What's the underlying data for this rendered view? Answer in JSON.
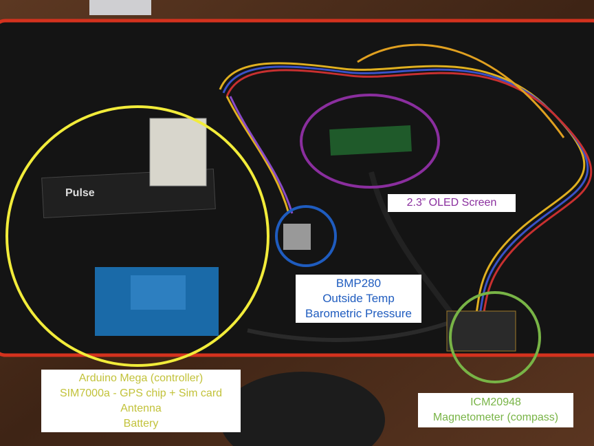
{
  "colors": {
    "controller": "#c2c23a",
    "oled": "#8a2e9e",
    "bmp": "#1f5cbf",
    "icm": "#78b446",
    "mat": "#141414",
    "mat_border": "#d4321e",
    "wood": "#4a2c1a"
  },
  "labels": {
    "controller": [
      "Arduino Mega (controller)",
      "SIM7000a - GPS chip + Sim card",
      "Antenna",
      "Battery"
    ],
    "oled": "2.3” OLED Screen",
    "bmp": [
      "BMP280",
      "Outside Temp",
      "Barometric Pressure"
    ],
    "icm": [
      "ICM20948",
      "Magnetometer (compass)"
    ]
  },
  "antenna_logo": "Pulse"
}
